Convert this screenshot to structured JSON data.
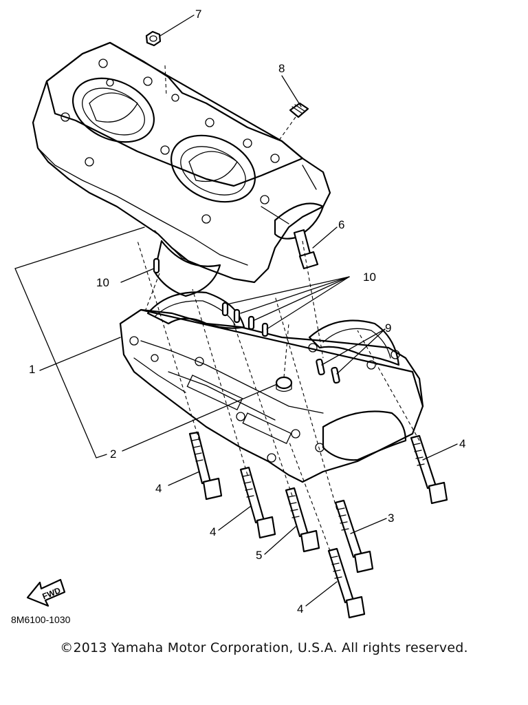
{
  "callouts": {
    "c1": "1",
    "c2": "2",
    "c3": "3",
    "c4a": "4",
    "c4b": "4",
    "c4c": "4",
    "c4d": "4",
    "c5": "5",
    "c6": "6",
    "c7": "7",
    "c8": "8",
    "c9": "9",
    "c10a": "10",
    "c10b": "10"
  },
  "fwd_label": "FWD",
  "drawing_code": "8M6100-1030",
  "copyright": "©2013 Yamaha Motor Corporation, U.S.A. All rights reserved."
}
